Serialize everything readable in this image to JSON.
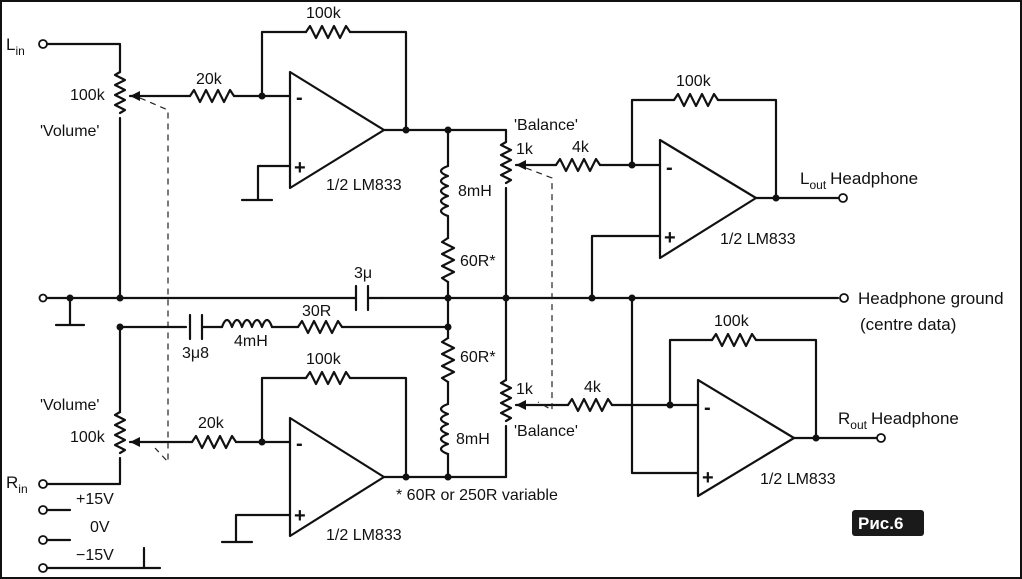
{
  "labels": {
    "l_in": "L",
    "l_in_sub": "in",
    "r_in": "R",
    "r_in_sub": "in",
    "l_out": "L",
    "l_out_sub": "out",
    "r_out": "R",
    "r_out_sub": "out",
    "l_out_suffix": "Headphone",
    "r_out_suffix": "Headphone",
    "volume_top": "'Volume'",
    "volume_bottom": "'Volume'",
    "balance_top": "'Balance'",
    "balance_bottom": "'Balance'",
    "headphone_ground": "Headphone ground",
    "centre_data": "(centre data)",
    "footnote": "* 60R or 250R variable",
    "plus15": "+15V",
    "zero_v": "0V",
    "minus15": "−15V",
    "badge": "Рис.6"
  },
  "components": {
    "pot_top": "100k",
    "pot_bottom": "100k",
    "r_in_top": "20k",
    "r_in_bottom": "20k",
    "r_fb_top": "100k",
    "r_fb_bottom": "100k",
    "opamp_top": "1/2 LM833",
    "opamp_bottom": "1/2 LM833",
    "l_top": "8mH",
    "l_bottom": "8mH",
    "r60_top": "60R*",
    "r60_bottom": "60R*",
    "c_3u": "3μ",
    "c_3u8": "3μ8",
    "l_4mh": "4mH",
    "r_30r": "30R",
    "bal_pot_top": "1k",
    "bal_pot_bottom": "1k",
    "r_4k_top": "4k",
    "r_4k_bottom": "4k",
    "r_fb_out_top": "100k",
    "r_fb_out_bottom": "100k",
    "opamp_out_top": "1/2 LM833",
    "opamp_out_bottom": "1/2 LM833"
  },
  "signs": {
    "minus": "-",
    "plus": "+"
  }
}
